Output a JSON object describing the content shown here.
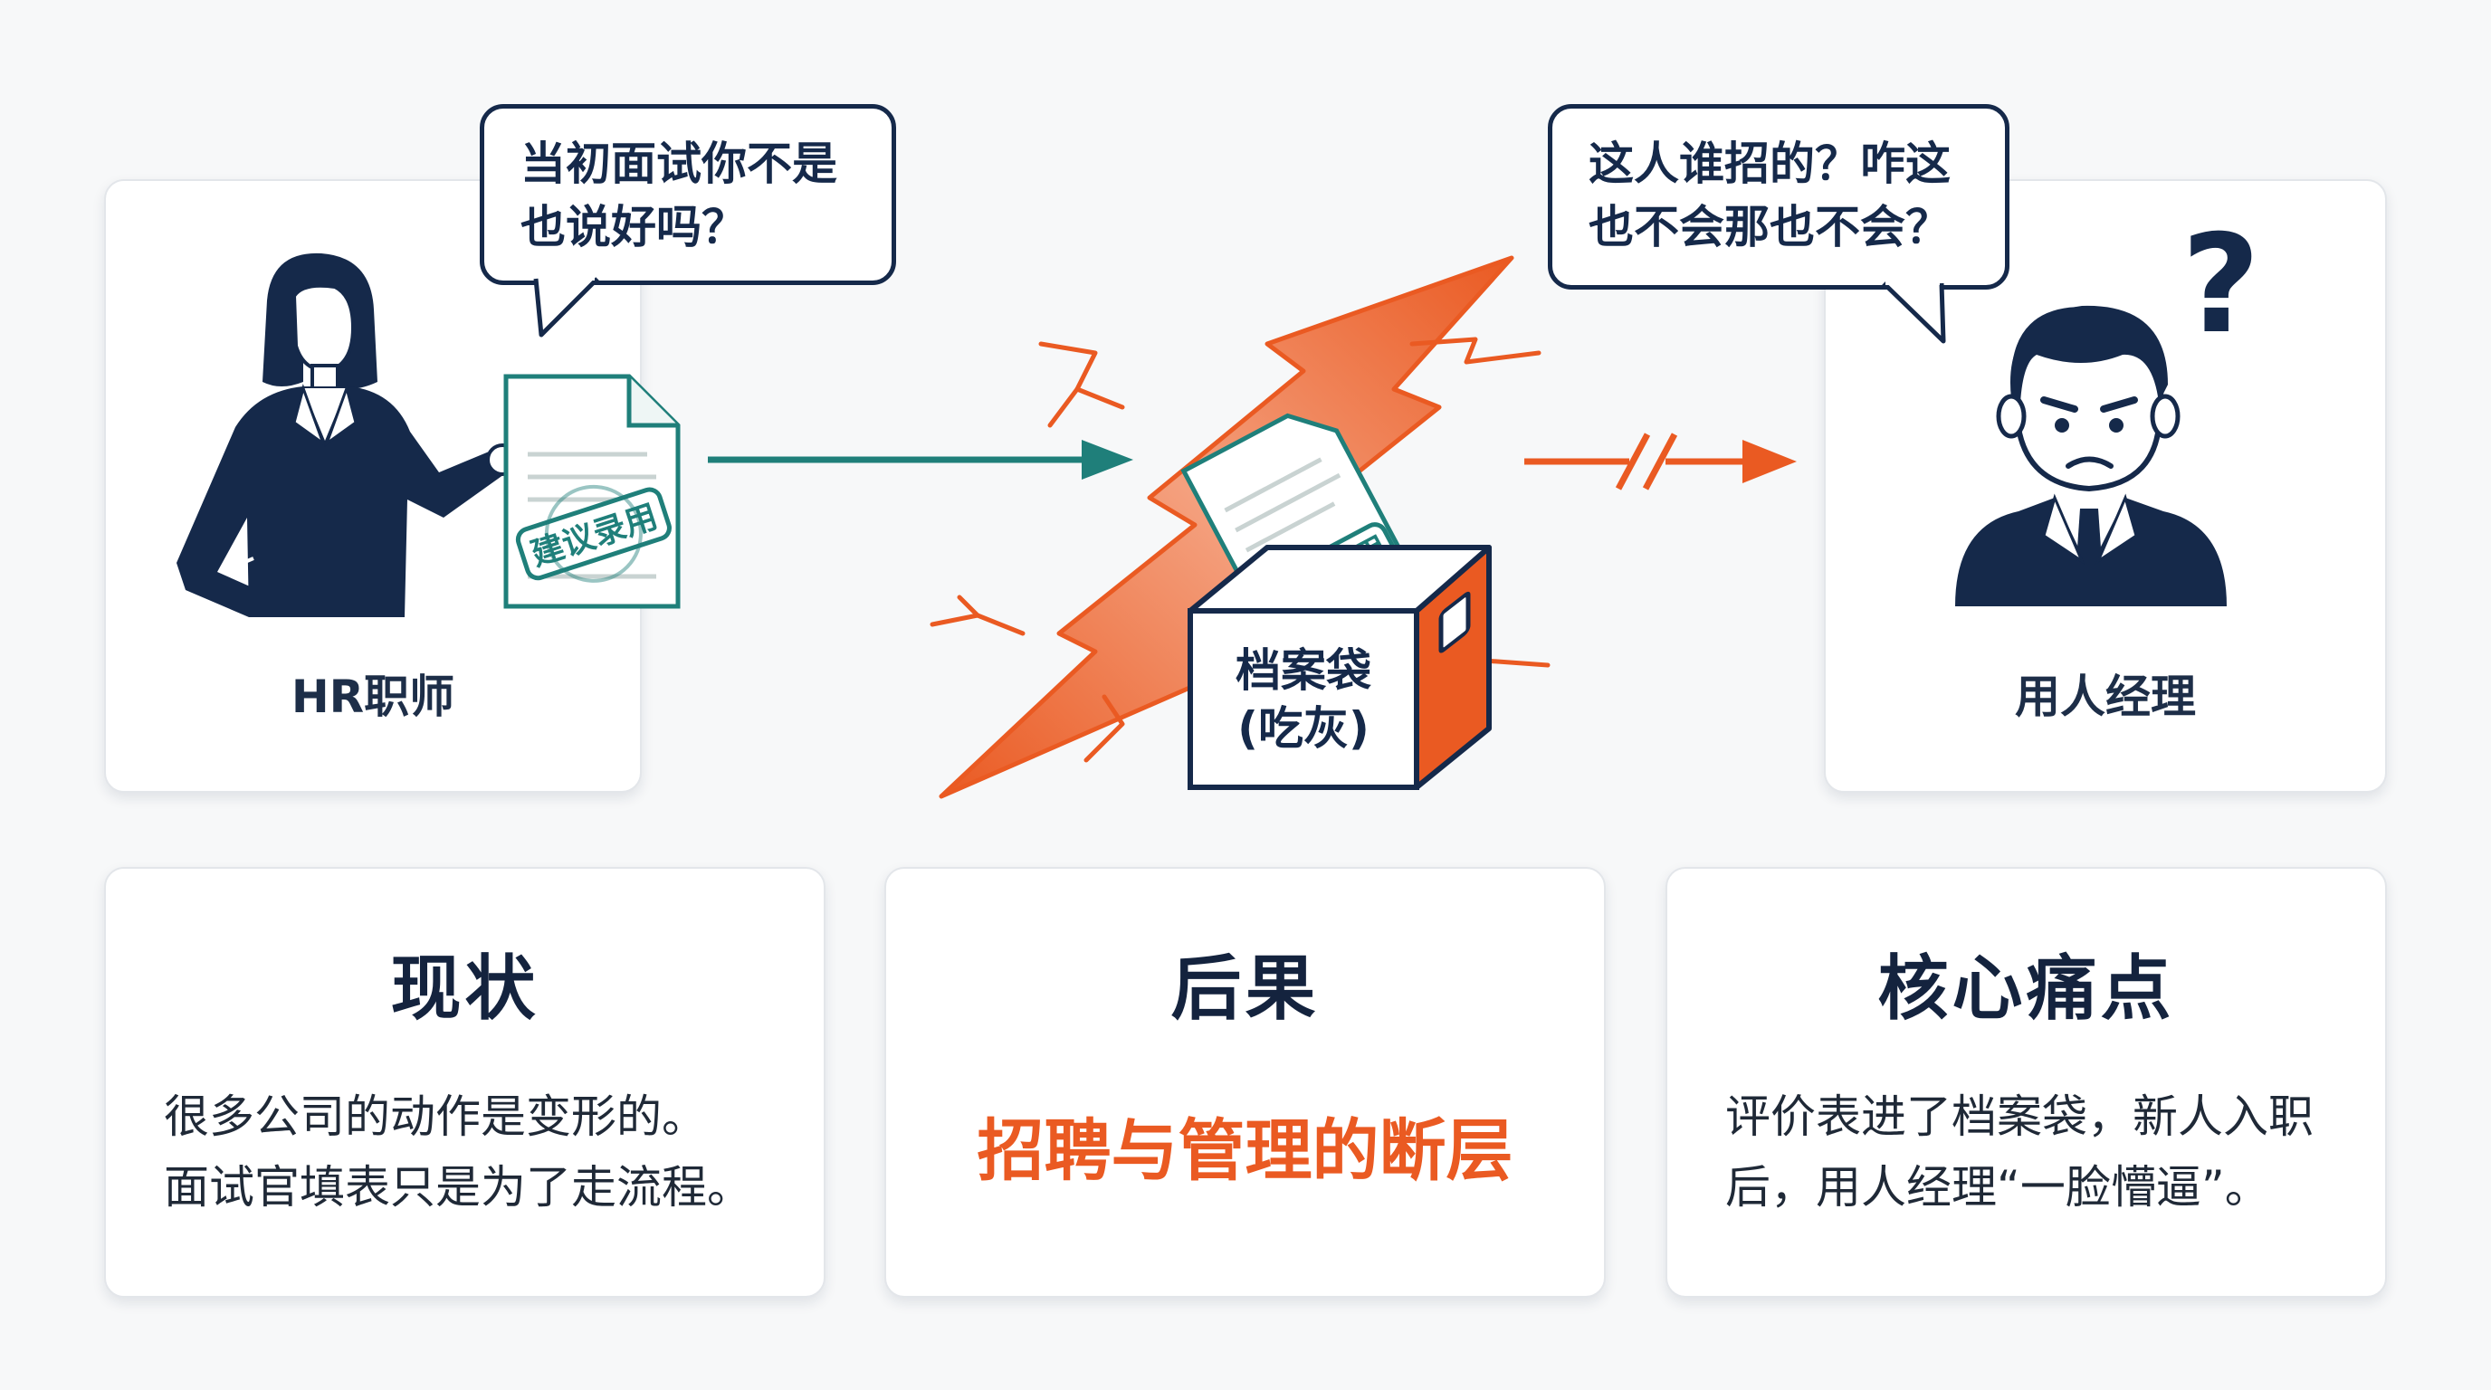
{
  "hr": {
    "label": "HR职师",
    "speech_lines": [
      "当初面试你不是",
      "也说好吗？"
    ],
    "stamp": "建议录用"
  },
  "manager": {
    "label": "用人经理",
    "speech_lines": [
      "这人谁招的？咋这",
      "也不会那也不会？"
    ],
    "question_mark": "?"
  },
  "archive": {
    "title": "档案袋",
    "subtitle": "(吃灰)",
    "stamp": "建议录用"
  },
  "cards": [
    {
      "title": "现状",
      "lines": [
        "很多公司的动作是变形的。",
        "面试官填表只是为了走流程。"
      ]
    },
    {
      "title": "后果",
      "highlight": "招聘与管理的断层"
    },
    {
      "title": "核心痛点",
      "lines": [
        "评价表进了档案袋，新人入职",
        "后，用人经理“一脸懵逼”。"
      ]
    }
  ],
  "colors": {
    "navy": "#15294a",
    "teal": "#1f7f7a",
    "orange": "#ea5a22",
    "background": "#f7f8f9"
  },
  "icons": [
    "hr-woman-icon",
    "document-icon",
    "arrow-right-icon",
    "lightning-crack-icon",
    "archive-box-icon",
    "broken-arrow-icon",
    "manager-man-icon",
    "question-mark-icon"
  ]
}
